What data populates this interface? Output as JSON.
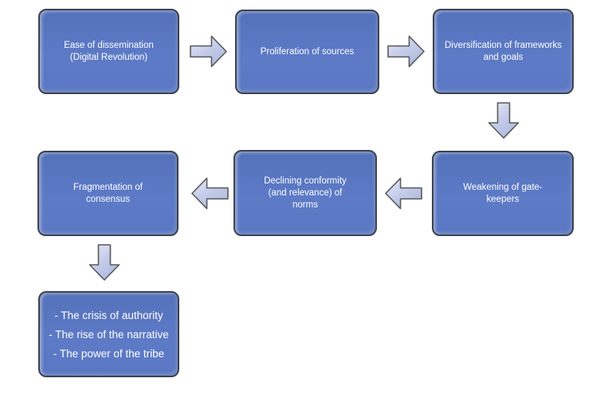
{
  "diagram": {
    "background": "#ffffff",
    "colors": {
      "node_fill": "#5b78c4",
      "node_fill_top": "#5471ba",
      "node_fill_bottom": "#5d7ac7",
      "node_border": "#3e434e",
      "node_text": "#ffffff",
      "arrow_fill": "#c6cdea",
      "arrow_highlight": "#e7ebf8",
      "arrow_shadow": "#aeb9e0",
      "arrow_border": "#595959"
    },
    "nodes": [
      {
        "id": "ease-of-dissemination",
        "label": "Ease of dissemination (Digital Revolution)"
      },
      {
        "id": "proliferation-of-sources",
        "label": "Proliferation of sources"
      },
      {
        "id": "diversification-frameworks-goals",
        "label": "Diversification of frameworks and goals"
      },
      {
        "id": "weakening-of-gatekeepers",
        "label": "Weakening of gate-keepers"
      },
      {
        "id": "declining-conformity",
        "label": "Declining conformity (and relevance) of norms"
      },
      {
        "id": "fragmentation-of-consensus",
        "label": "Fragmentation of consensus"
      },
      {
        "id": "outcomes",
        "items": [
          "- The crisis of authority",
          "- The rise of the narrative",
          "- The power of the tribe"
        ]
      }
    ],
    "flow_order": [
      "ease-of-dissemination",
      "proliferation-of-sources",
      "diversification-frameworks-goals",
      "weakening-of-gatekeepers",
      "declining-conformity",
      "fragmentation-of-consensus",
      "outcomes"
    ]
  }
}
